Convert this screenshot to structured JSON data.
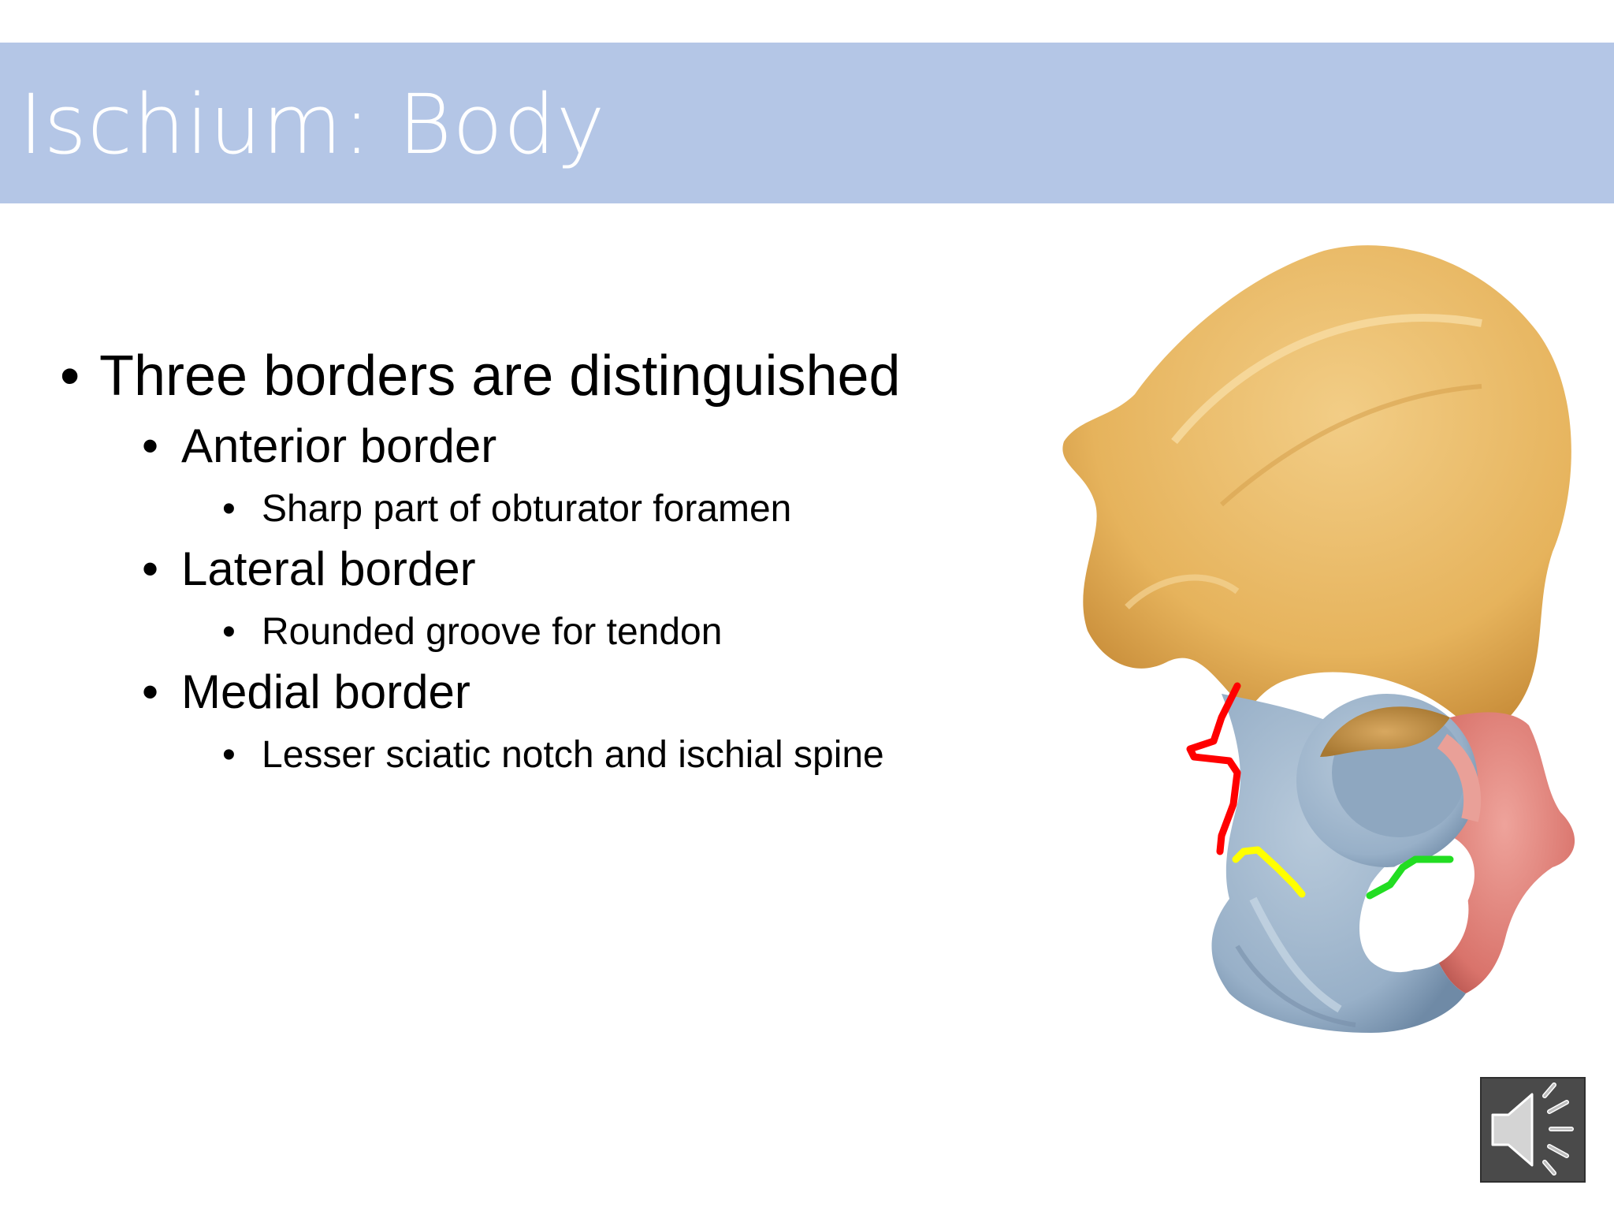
{
  "slide": {
    "title": "Ischium: Body",
    "bullets": {
      "main": "Three borders are distinguished",
      "anterior": "Anterior border",
      "anterior_detail": "Sharp part of obturator foramen",
      "lateral": "Lateral border",
      "lateral_detail": "Rounded groove for tendon",
      "medial": "Medial border",
      "medial_detail": "Lesser sciatic notch and ischial spine"
    }
  },
  "colors": {
    "title_bar": "#b4c6e6",
    "ilium": "#e8b864",
    "ischium": "#9fb6cc",
    "pubis": "#de7a72",
    "anterior_marker": "#ff0000",
    "lateral_marker": "#ffff00",
    "medial_marker": "#22dd22"
  },
  "icons": {
    "bullet": "bullet-dot",
    "audio": "speaker-icon"
  }
}
